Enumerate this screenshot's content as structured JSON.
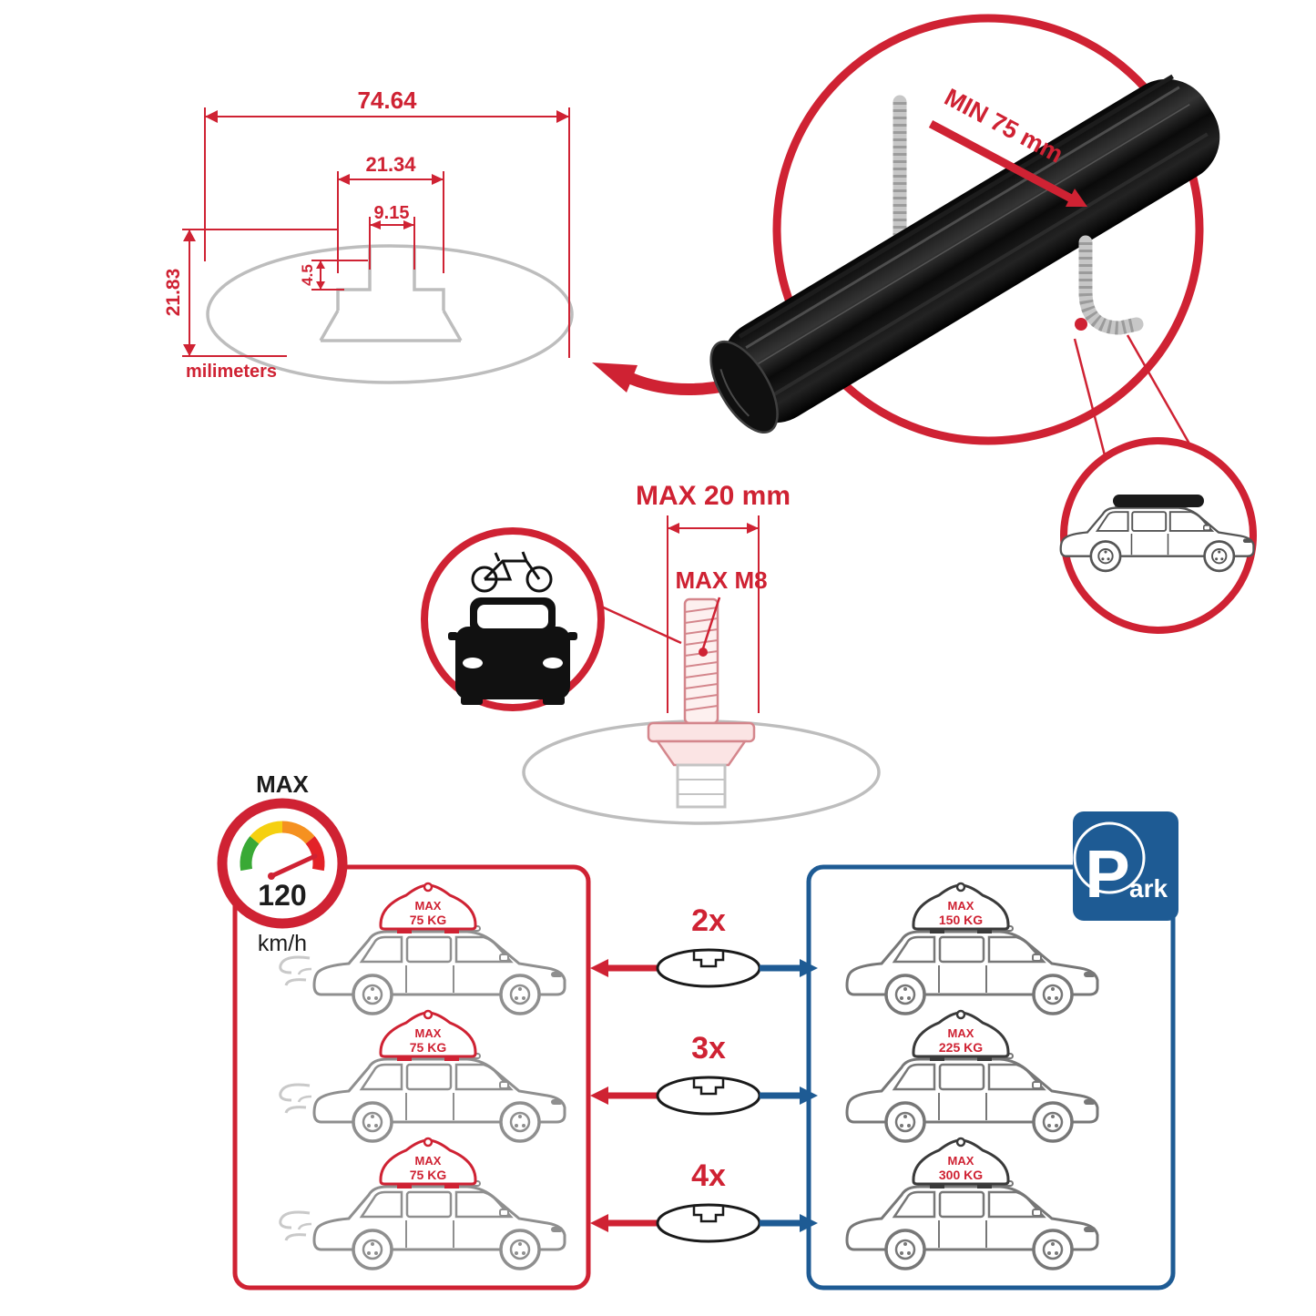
{
  "colors": {
    "accent_red": "#cf2233",
    "accent_blue": "#1e5b94",
    "line_gray": "#bdbdbd",
    "bar_black": "#101010"
  },
  "profile_diagram": {
    "total_width": "74.64",
    "channel_width": "21.34",
    "slot_width": "9.15",
    "lip_depth": "4.5",
    "total_height": "21.83",
    "unit_label": "milimeters"
  },
  "bar_detail": {
    "min_clearance": "MIN 75 mm"
  },
  "bolt_detail": {
    "max_length": "MAX 20 mm",
    "max_thread": "MAX M8"
  },
  "speed_limit": {
    "label": "MAX",
    "value": "120",
    "unit": "km/h"
  },
  "park_sign": {
    "letter_big": "P",
    "letter_rest": "ark"
  },
  "rows": [
    {
      "multiplier": "2x",
      "left_max": "MAX",
      "left_load": "75 KG",
      "right_max": "MAX",
      "right_load": "150 KG"
    },
    {
      "multiplier": "3x",
      "left_max": "MAX",
      "left_load": "75 KG",
      "right_max": "MAX",
      "right_load": "225 KG"
    },
    {
      "multiplier": "4x",
      "left_max": "MAX",
      "left_load": "75 KG",
      "right_max": "MAX",
      "right_load": "300 KG"
    }
  ],
  "icon_names": [
    "zoom-circle-icon",
    "suv-roofbox-icon",
    "car-front-bike-icon",
    "speed-gauge-icon",
    "parking-sign-icon",
    "suv-side-icon",
    "roof-pod-icon",
    "crossbar-section-icon"
  ]
}
